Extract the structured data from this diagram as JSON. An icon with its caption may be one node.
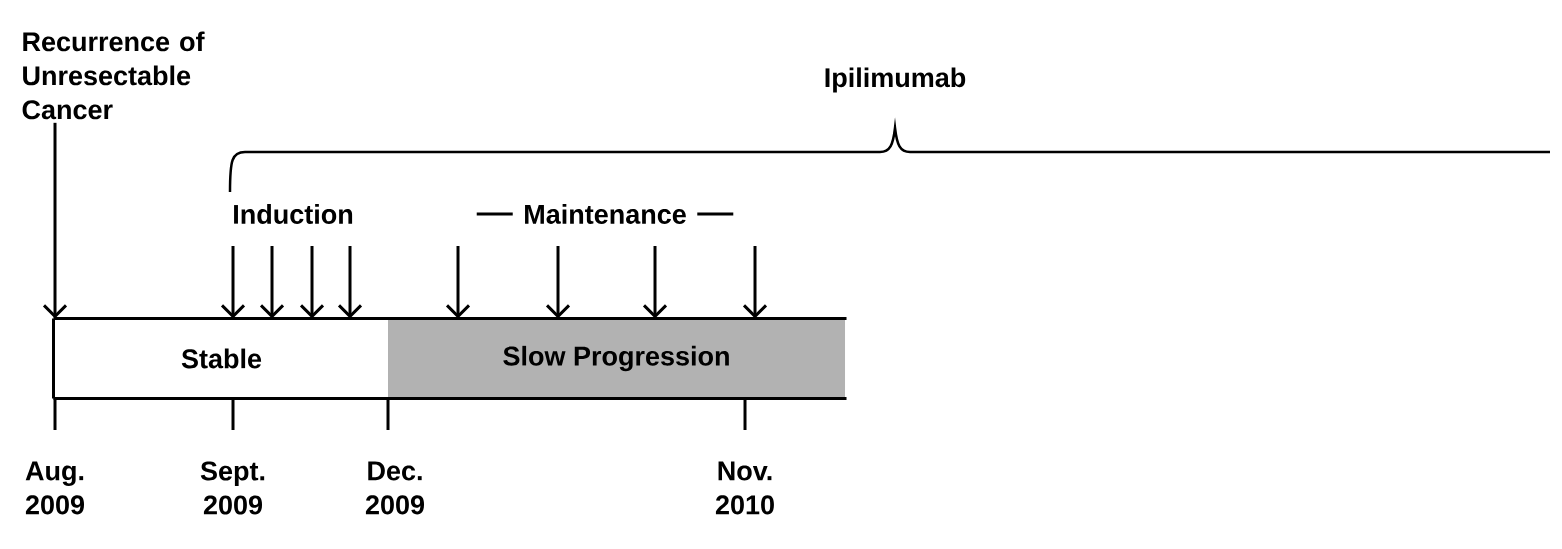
{
  "diagram": {
    "nodes": [
      {
        "text": [
          "Recurrence of Unresectable Cancer"
        ]
      },
      {
        "text": [
          "Stable"
        ]
      },
      {
        "text": [
          "Slow Progression"
        ]
      }
    ],
    "edges": [
      {
        "from": 0,
        "to": 1,
        "arrow": "to"
      },
      {
        "from": null,
        "to": 1,
        "arrow": "to"
      },
      {
        "from": null,
        "to": 1,
        "arrow": "to"
      },
      {
        "from": null,
        "to": 1,
        "arrow": "to"
      },
      {
        "from": null,
        "to": 1,
        "arrow": "to"
      },
      {
        "from": null,
        "to": 2,
        "arrow": "to"
      },
      {
        "from": null,
        "to": 2,
        "arrow": "to"
      },
      {
        "from": null,
        "to": 2,
        "arrow": "to"
      },
      {
        "from": null,
        "to": 2,
        "arrow": "to"
      }
    ],
    "labels": [
      "Ipilimumab",
      "Induction",
      "Maintenance",
      "Aug. 2009",
      "Sept. 2009",
      "Dec. 2009",
      "Nov. 2010"
    ]
  }
}
